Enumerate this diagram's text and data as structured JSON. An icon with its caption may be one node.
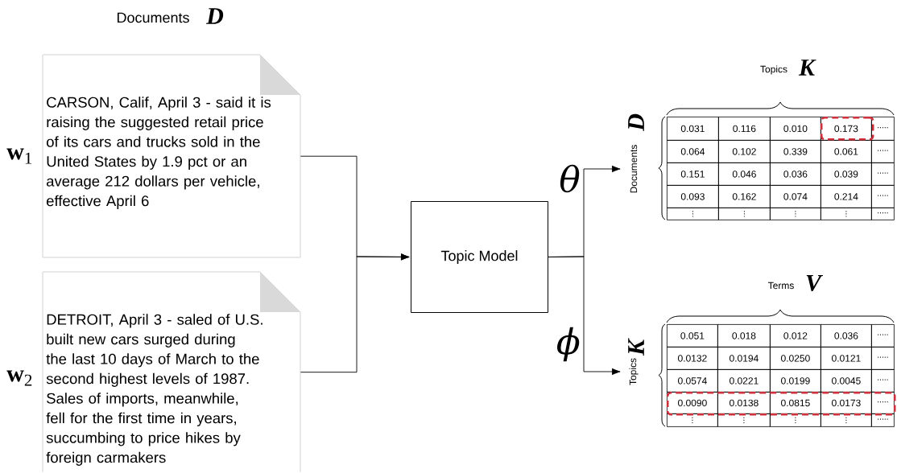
{
  "diagram": {
    "nodes": [
      {
        "text": [
          "CARSON, Calif, April 3 - said it is raising the suggested retail price of its cars and trucks sold in the United States by 1.9 pct or an average 212 dollars per vehicle, effective April 6"
        ],
        "beside": [
          "**w**$_{1}$"
        ]
      },
      {
        "text": [
          "DETROIT, April 3 - saled of U.S. built new cars surged during the last 10 days of March to the second highest levels of 1987. Sales of imports, meanwhile, fell for the first time in years, succumbing to price hikes by foreign carmakers"
        ],
        "beside": [
          "**w**$_{2}$"
        ]
      },
      {
        "text": [
          "Topic Model"
        ]
      },
      {
        "text": [
          "Topics",
          "K",
          "Documents",
          "D",
          "0.031",
          "0.116",
          "0.010",
          "·····",
          "0.064",
          "0.102",
          "0.339",
          "0.061",
          "·····",
          "0.151",
          "0.046",
          "0.036",
          "0.039",
          "·····",
          "0.093",
          "0.162",
          "0.074",
          "0.214",
          "·····",
          "⋮",
          "⋮",
          "⋮",
          "⋮",
          "·····"
        ]
      },
      {
        "text": [
          "0.173"
        ],
        "in": 3
      },
      {
        "text": [
          "Terms",
          "V",
          "Topics",
          "K",
          "0.051",
          "0.018",
          "0.012",
          "0.036",
          "·····",
          "0.0132",
          "0.0194",
          "0.0250",
          "0.0121",
          "·····",
          "0.0574",
          "0.0221",
          "0.0199",
          "0.0045",
          "·····",
          "⋮",
          "⋮",
          "⋮",
          "⋮",
          "·····"
        ]
      },
      {
        "text": [
          "0.0090",
          "0.0138",
          "0.0815",
          "0.0173",
          "·····"
        ],
        "in": 5
      }
    ],
    "edges": [
      {
        "from": 0,
        "to": 2,
        "arrow": "to"
      },
      {
        "from": 1,
        "to": 2,
        "arrow": "to"
      },
      {
        "from": 2,
        "to": 3,
        "arrow": "to",
        "label": "θ"
      },
      {
        "from": 2,
        "to": 5,
        "arrow": "to",
        "label": "ϕ"
      }
    ],
    "labels": [
      "Documents",
      "D"
    ]
  }
}
